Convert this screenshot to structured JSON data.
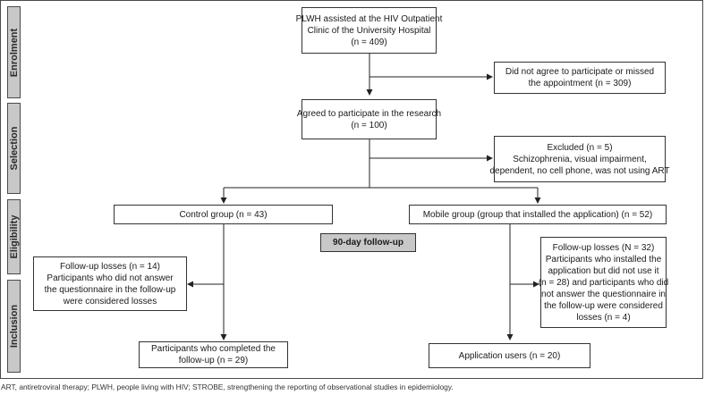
{
  "stages": [
    "Enrolment",
    "Selection",
    "Eligibility",
    "Inclusion"
  ],
  "boxes": {
    "enrolment": {
      "line1": "PLWH assisted at the HIV Outpatient",
      "line2": "Clinic of the University Hospital",
      "line3": "(n = 409)"
    },
    "not_agree": {
      "line1": "Did not agree to participate or missed",
      "line2": "the appointment (n = 309)"
    },
    "agreed": {
      "line1": "Agreed to participate in the research",
      "line2": "(n = 100)"
    },
    "excluded": {
      "line1": "Excluded (n = 5)",
      "line2": "Schizophrenia, visual impairment,",
      "line3": "dependent, no cell phone, was not using ART"
    },
    "control": {
      "line1": "Control group (n = 43)"
    },
    "mobile": {
      "line1": "Mobile group (group that installed the application) (n = 52)"
    },
    "followup": {
      "line1": "90-day follow-up"
    },
    "control_losses": {
      "line1": "Follow-up losses (n = 14)",
      "line2": "Participants who did not answer",
      "line3": "the questionnaire in the follow-up",
      "line4": "were considered losses"
    },
    "mobile_losses": {
      "line1": "Follow-up losses (N = 32)",
      "line2": "Participants who installed the",
      "line3": "application but did not use it",
      "line4": "(n = 28) and participants who did",
      "line5": "not answer the questionnaire in",
      "line6": "the follow-up were considered",
      "line7": "losses (n = 4)"
    },
    "completed": {
      "line1": "Participants who completed the",
      "line2": "follow-up (n = 29)"
    },
    "app_users": {
      "line1": "Application users (n = 20)"
    }
  },
  "caption": "ART, antiretroviral therapy; PLWH, people living with HIV; STROBE, strengthening the reporting of observational studies in epidemiology."
}
